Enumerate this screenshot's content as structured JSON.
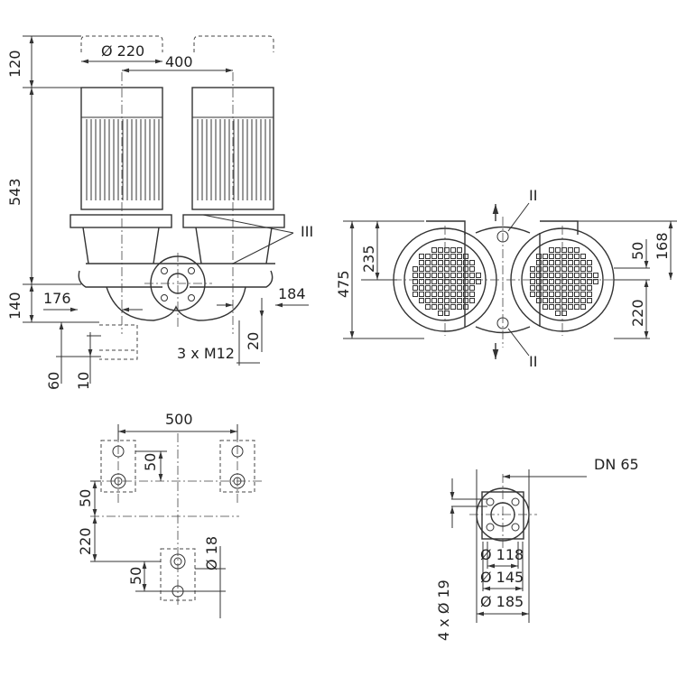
{
  "front_view": {
    "dim_motor_diameter": "Ø 220",
    "dim_center_distance": "400",
    "dim_top_clearance": "120",
    "dim_height_motor": "543",
    "dim_height_base": "140",
    "dim_left_offset": "176",
    "dim_right_offset": "184",
    "label_iii": "III",
    "dim_bolts": "3 x M12",
    "dim_20": "20",
    "dim_60": "60",
    "dim_10": "10"
  },
  "top_view": {
    "dim_475": "475",
    "dim_235": "235",
    "label_ii_top": "II",
    "label_ii_bottom": "II",
    "dim_50": "50",
    "dim_168": "168",
    "dim_220": "220"
  },
  "footprint_view": {
    "dim_500": "500",
    "dim_50_a": "50",
    "dim_50_b": "50",
    "dim_220": "220",
    "dim_50_c": "50",
    "dim_hole": "Ø 18"
  },
  "flange_view": {
    "label_dn": "DN 65",
    "dim_118": "Ø 118",
    "dim_145": "Ø 145",
    "dim_185": "Ø 185",
    "dim_holes": "4 x Ø 19"
  }
}
